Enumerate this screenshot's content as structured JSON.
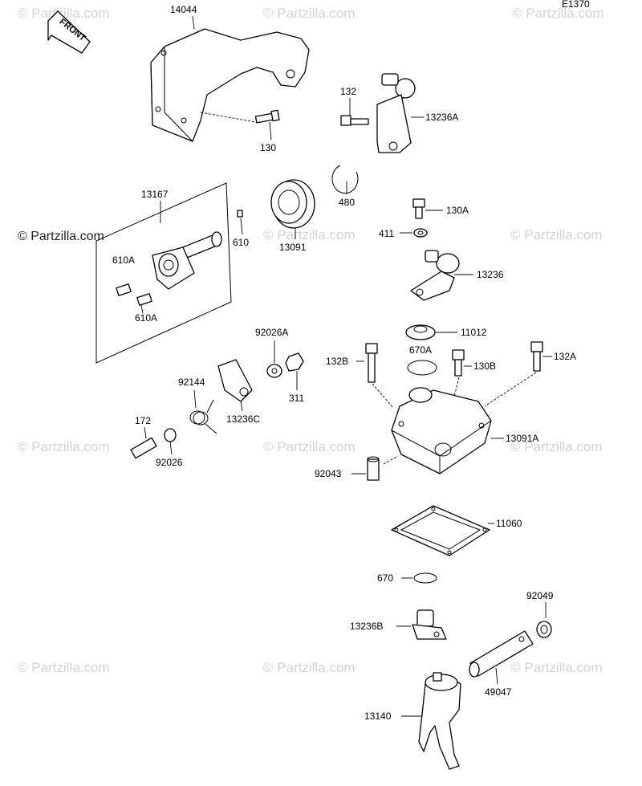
{
  "diagram": {
    "ref_code": "E1370",
    "front_arrow_label": "FRONT",
    "watermark_text": "© Partzilla.com",
    "watermark_primary": "© Partzilla.com",
    "labels": {
      "p14044": "14044",
      "p130": "130",
      "p132": "132",
      "p13236A": "13236A",
      "p480": "480",
      "p13167": "13167",
      "p610": "610",
      "p13091": "13091",
      "p130A": "130A",
      "p411": "411",
      "p13236": "13236",
      "p610A_top": "610A",
      "p610A_bottom": "610A",
      "p11012": "11012",
      "p670A": "670A",
      "p92026A": "92026A",
      "p132B": "132B",
      "p130B": "130B",
      "p132A": "132A",
      "p311": "311",
      "p92144": "92144",
      "p13236C": "13236C",
      "p172": "172",
      "p92026": "92026",
      "p13091A": "13091A",
      "p92043": "92043",
      "p11060": "11060",
      "p670": "670",
      "p92049": "92049",
      "p13236B": "13236B",
      "p49047": "49047",
      "p13140": "13140"
    }
  }
}
